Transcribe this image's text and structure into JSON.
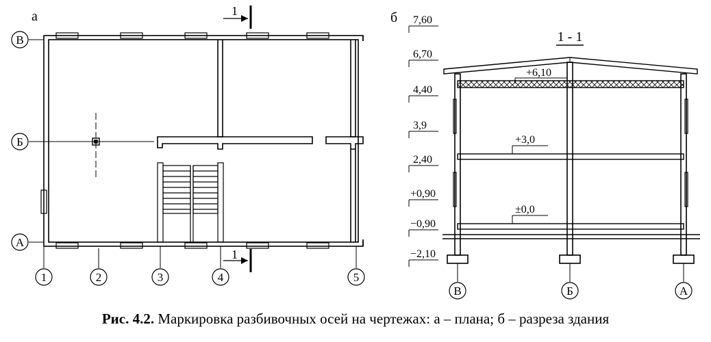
{
  "plan": {
    "panel_label": "а",
    "section_mark": "1",
    "row_axes": [
      "В",
      "Б",
      "А"
    ],
    "column_axes": [
      "1",
      "2",
      "3",
      "4",
      "5"
    ]
  },
  "section": {
    "panel_label": "б",
    "title": "1 - 1",
    "level_scale": [
      "7,60",
      "6,70",
      "4,40",
      "3,9",
      "2,40",
      "+0,90",
      "−0,90",
      "−2,10"
    ],
    "floor_levels": [
      "+6,10",
      "+3,0",
      "±0,0"
    ],
    "axes": [
      "В",
      "Б",
      "А"
    ]
  },
  "caption": {
    "prefix": "Рис. 4.2.",
    "text": " Маркировка разбивочных осей на чертежах: а – плана; б – разреза здания"
  }
}
